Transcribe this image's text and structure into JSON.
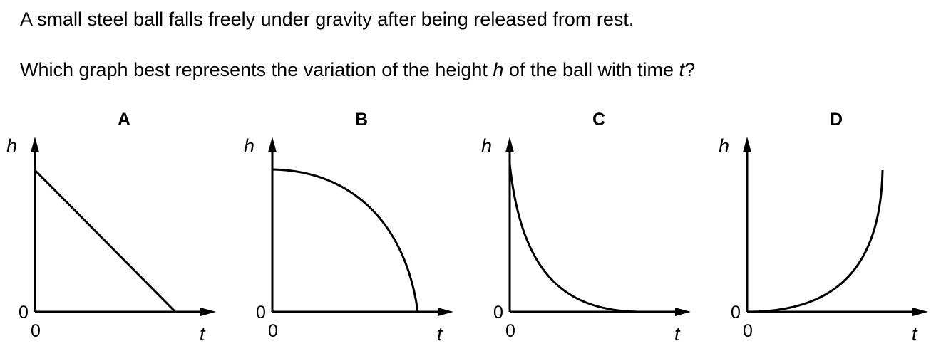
{
  "question": {
    "line1": "A small steel ball falls freely under gravity after being released from rest.",
    "line2_part1": "Which graph best represents the variation of the height ",
    "line2_var1": "h",
    "line2_part2": " of the ball with time ",
    "line2_var2": "t",
    "line2_part3": "?"
  },
  "graphs": [
    {
      "label": "A",
      "y_axis": "h",
      "x_axis": "t",
      "origin_y": "0",
      "origin_x": "0",
      "curve": "straight-line-decreasing"
    },
    {
      "label": "B",
      "y_axis": "h",
      "x_axis": "t",
      "origin_y": "0",
      "origin_x": "0",
      "curve": "concave-down-decreasing"
    },
    {
      "label": "C",
      "y_axis": "h",
      "x_axis": "t",
      "origin_y": "0",
      "origin_x": "0",
      "curve": "concave-up-decreasing"
    },
    {
      "label": "D",
      "y_axis": "h",
      "x_axis": "t",
      "origin_y": "0",
      "origin_x": "0",
      "curve": "concave-up-increasing"
    }
  ]
}
